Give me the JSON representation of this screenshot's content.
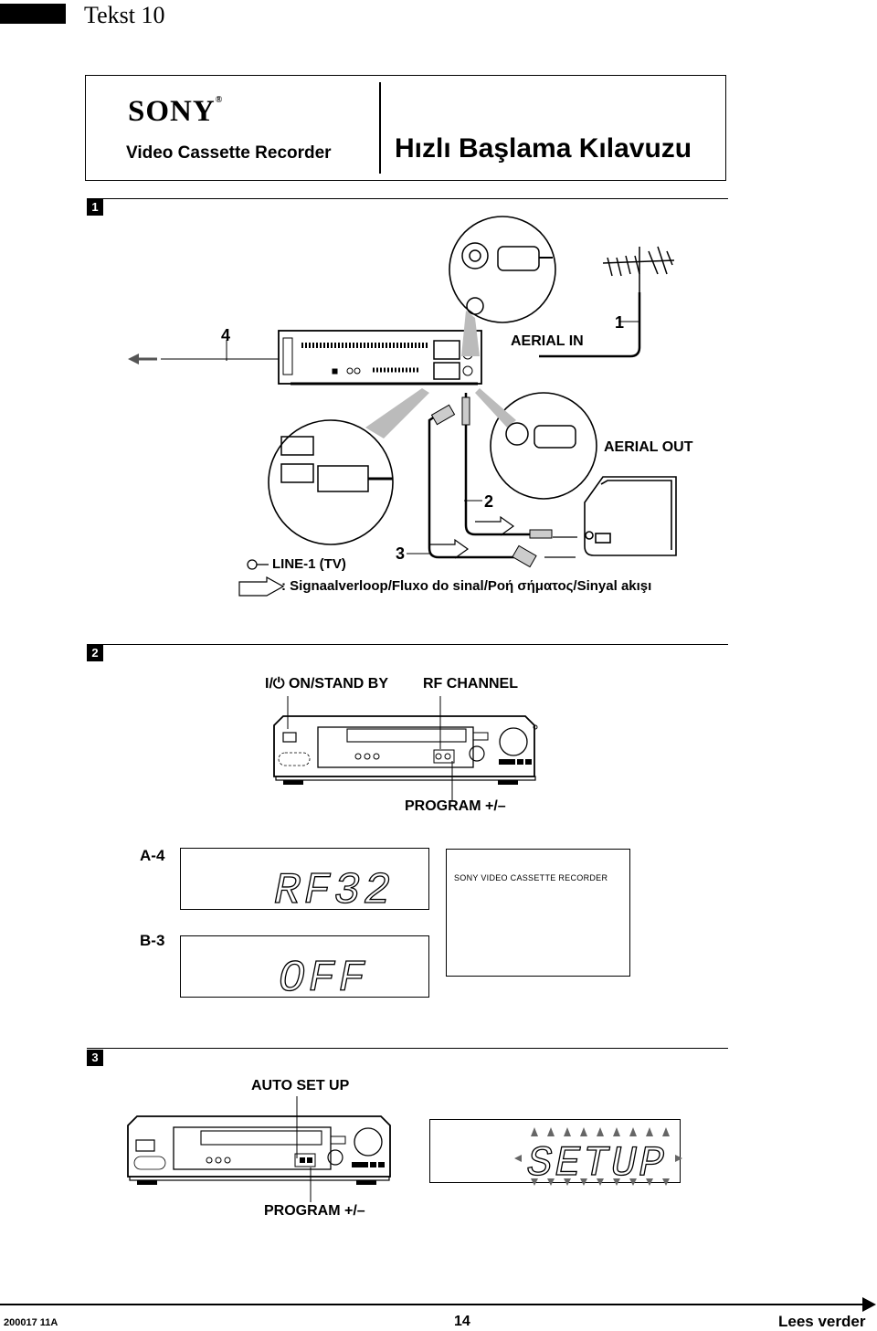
{
  "page_header": {
    "label": "Tekst 10"
  },
  "title_box": {
    "brand": "SONY",
    "registered": "®",
    "product": "Video Cassette Recorder",
    "guide_title": "Hızlı Başlama Kılavuzu"
  },
  "section1": {
    "number": "1",
    "callout_1": "1",
    "callout_2": "2",
    "callout_3": "3",
    "callout_4": "4",
    "aerial_in": "AERIAL IN",
    "aerial_out": "AERIAL OUT",
    "line1": "LINE-1 (TV)",
    "legend": ": Signaalverloop/Fluxo do sinal/Ροή σήματος/Sinyal akışı"
  },
  "section2": {
    "number": "2",
    "power_label": "I/⏻ ON/STAND BY",
    "rf_label": "RF CHANNEL",
    "program_label": "PROGRAM +/–",
    "a4_label": "A-4",
    "a4_display": "RF32",
    "b3_label": "B-3",
    "b3_display": "OFF",
    "tv_screen_text": "SONY VIDEO CASSETTE RECORDER"
  },
  "section3": {
    "number": "3",
    "autosetup_label": "AUTO SET UP",
    "display_text": "SETUP",
    "program_label": "PROGRAM +/–"
  },
  "footer": {
    "code": "200017  11A",
    "page": "14",
    "next": "Lees verder"
  }
}
